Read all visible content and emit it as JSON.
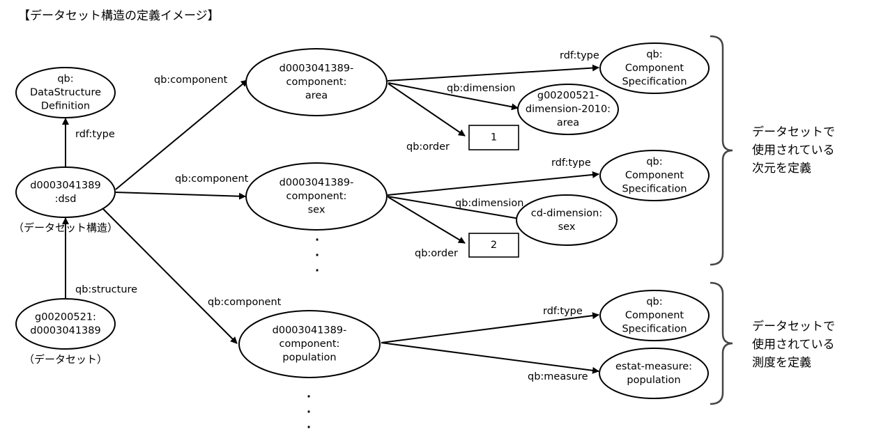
{
  "title": "【データセット構造の定義イメージ】",
  "nodes": {
    "dsd_def": [
      "qb:",
      "DataStructure",
      "Definition"
    ],
    "dsd": [
      "d0003041389",
      ":dsd"
    ],
    "dataset": [
      "g00200521:",
      "d0003041389"
    ],
    "comp_area": [
      "d0003041389-",
      "component:",
      "area"
    ],
    "comp_sex": [
      "d0003041389-",
      "component:",
      "sex"
    ],
    "comp_pop": [
      "d0003041389-",
      "component:",
      "population"
    ],
    "spec1": [
      "qb:",
      "Component",
      "Specification"
    ],
    "spec2": [
      "qb:",
      "Component",
      "Specification"
    ],
    "spec3": [
      "qb:",
      "Component",
      "Specification"
    ],
    "dim_area": [
      "g00200521-",
      "dimension-2010:",
      "area"
    ],
    "dim_sex": [
      "cd-dimension:",
      "sex"
    ],
    "measure_pop": [
      "estat-measure:",
      "population"
    ],
    "order1": "1",
    "order2": "2"
  },
  "captions": {
    "dsd": "（データセット構造）",
    "dataset": "（データセット）"
  },
  "edge_labels": {
    "rdf_type_dsd": "rdf:type",
    "qb_structure": "qb:structure",
    "comp_area": "qb:component",
    "comp_sex": "qb:component",
    "comp_pop": "qb:component",
    "area_type": "rdf:type",
    "area_dim": "qb:dimension",
    "area_order": "qb:order",
    "sex_type": "rdf:type",
    "sex_dim": "qb:dimension",
    "sex_order": "qb:order",
    "pop_type": "rdf:type",
    "pop_measure": "qb:measure"
  },
  "ellipsis": ".",
  "braces": {
    "dimensions": [
      "データセットで",
      "使用されている",
      "次元を定義"
    ],
    "measures": [
      "データセットで",
      "使用されている",
      "測度を定義"
    ]
  }
}
